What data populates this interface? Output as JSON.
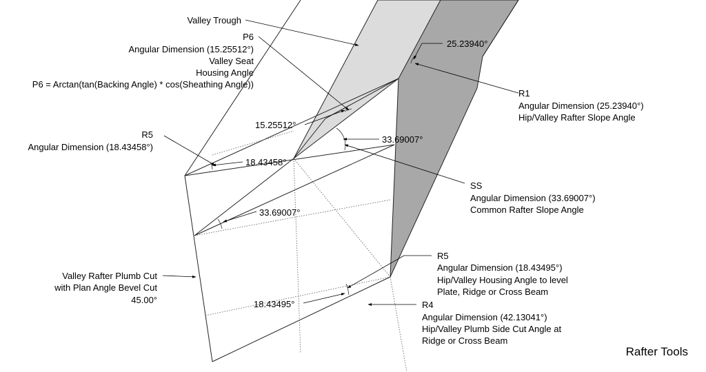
{
  "colors": {
    "light_face": "#dcdcdc",
    "dark_face": "#a8a8a8",
    "line": "#222222"
  },
  "labels": {
    "valley_trough": "Valley Trough",
    "p6": [
      "P6",
      "Angular Dimension (15.25512°)",
      "Valley Seat",
      "Housing Angle",
      "P6 = Arctan(tan(Backing Angle) * cos(Sheathing Angle))"
    ],
    "r5_top": [
      "R5",
      "Angular Dimension (18.43458°)"
    ],
    "r1": [
      "R1",
      "Angular Dimension (25.23940°)",
      "Hip/Valley Rafter Slope Angle"
    ],
    "ss": [
      "SS",
      "Angular Dimension (33.69007°)",
      "Common Rafter Slope Angle"
    ],
    "r5_bottom": [
      "R5",
      "Angular Dimension (18.43495°)",
      "Hip/Valley Housing Angle to level",
      "Plate, Ridge or Cross Beam"
    ],
    "r4": [
      "R4",
      "Angular Dimension (42.13041°)",
      "Hip/Valley Plumb Side Cut Angle at",
      "Ridge or Cross Beam"
    ],
    "plumb_cut": [
      "Valley Rafter Plumb Cut",
      "with Plan Angle Bevel Cut",
      "45.00°"
    ],
    "dims": {
      "d25": "25.23940°",
      "d15": "15.25512°",
      "d33_top": "33.69007°",
      "d18_top": "18.43458°",
      "d33_mid": "33.69007°",
      "d18_bottom": "18.43495°"
    },
    "brand": "Rafter Tools"
  }
}
